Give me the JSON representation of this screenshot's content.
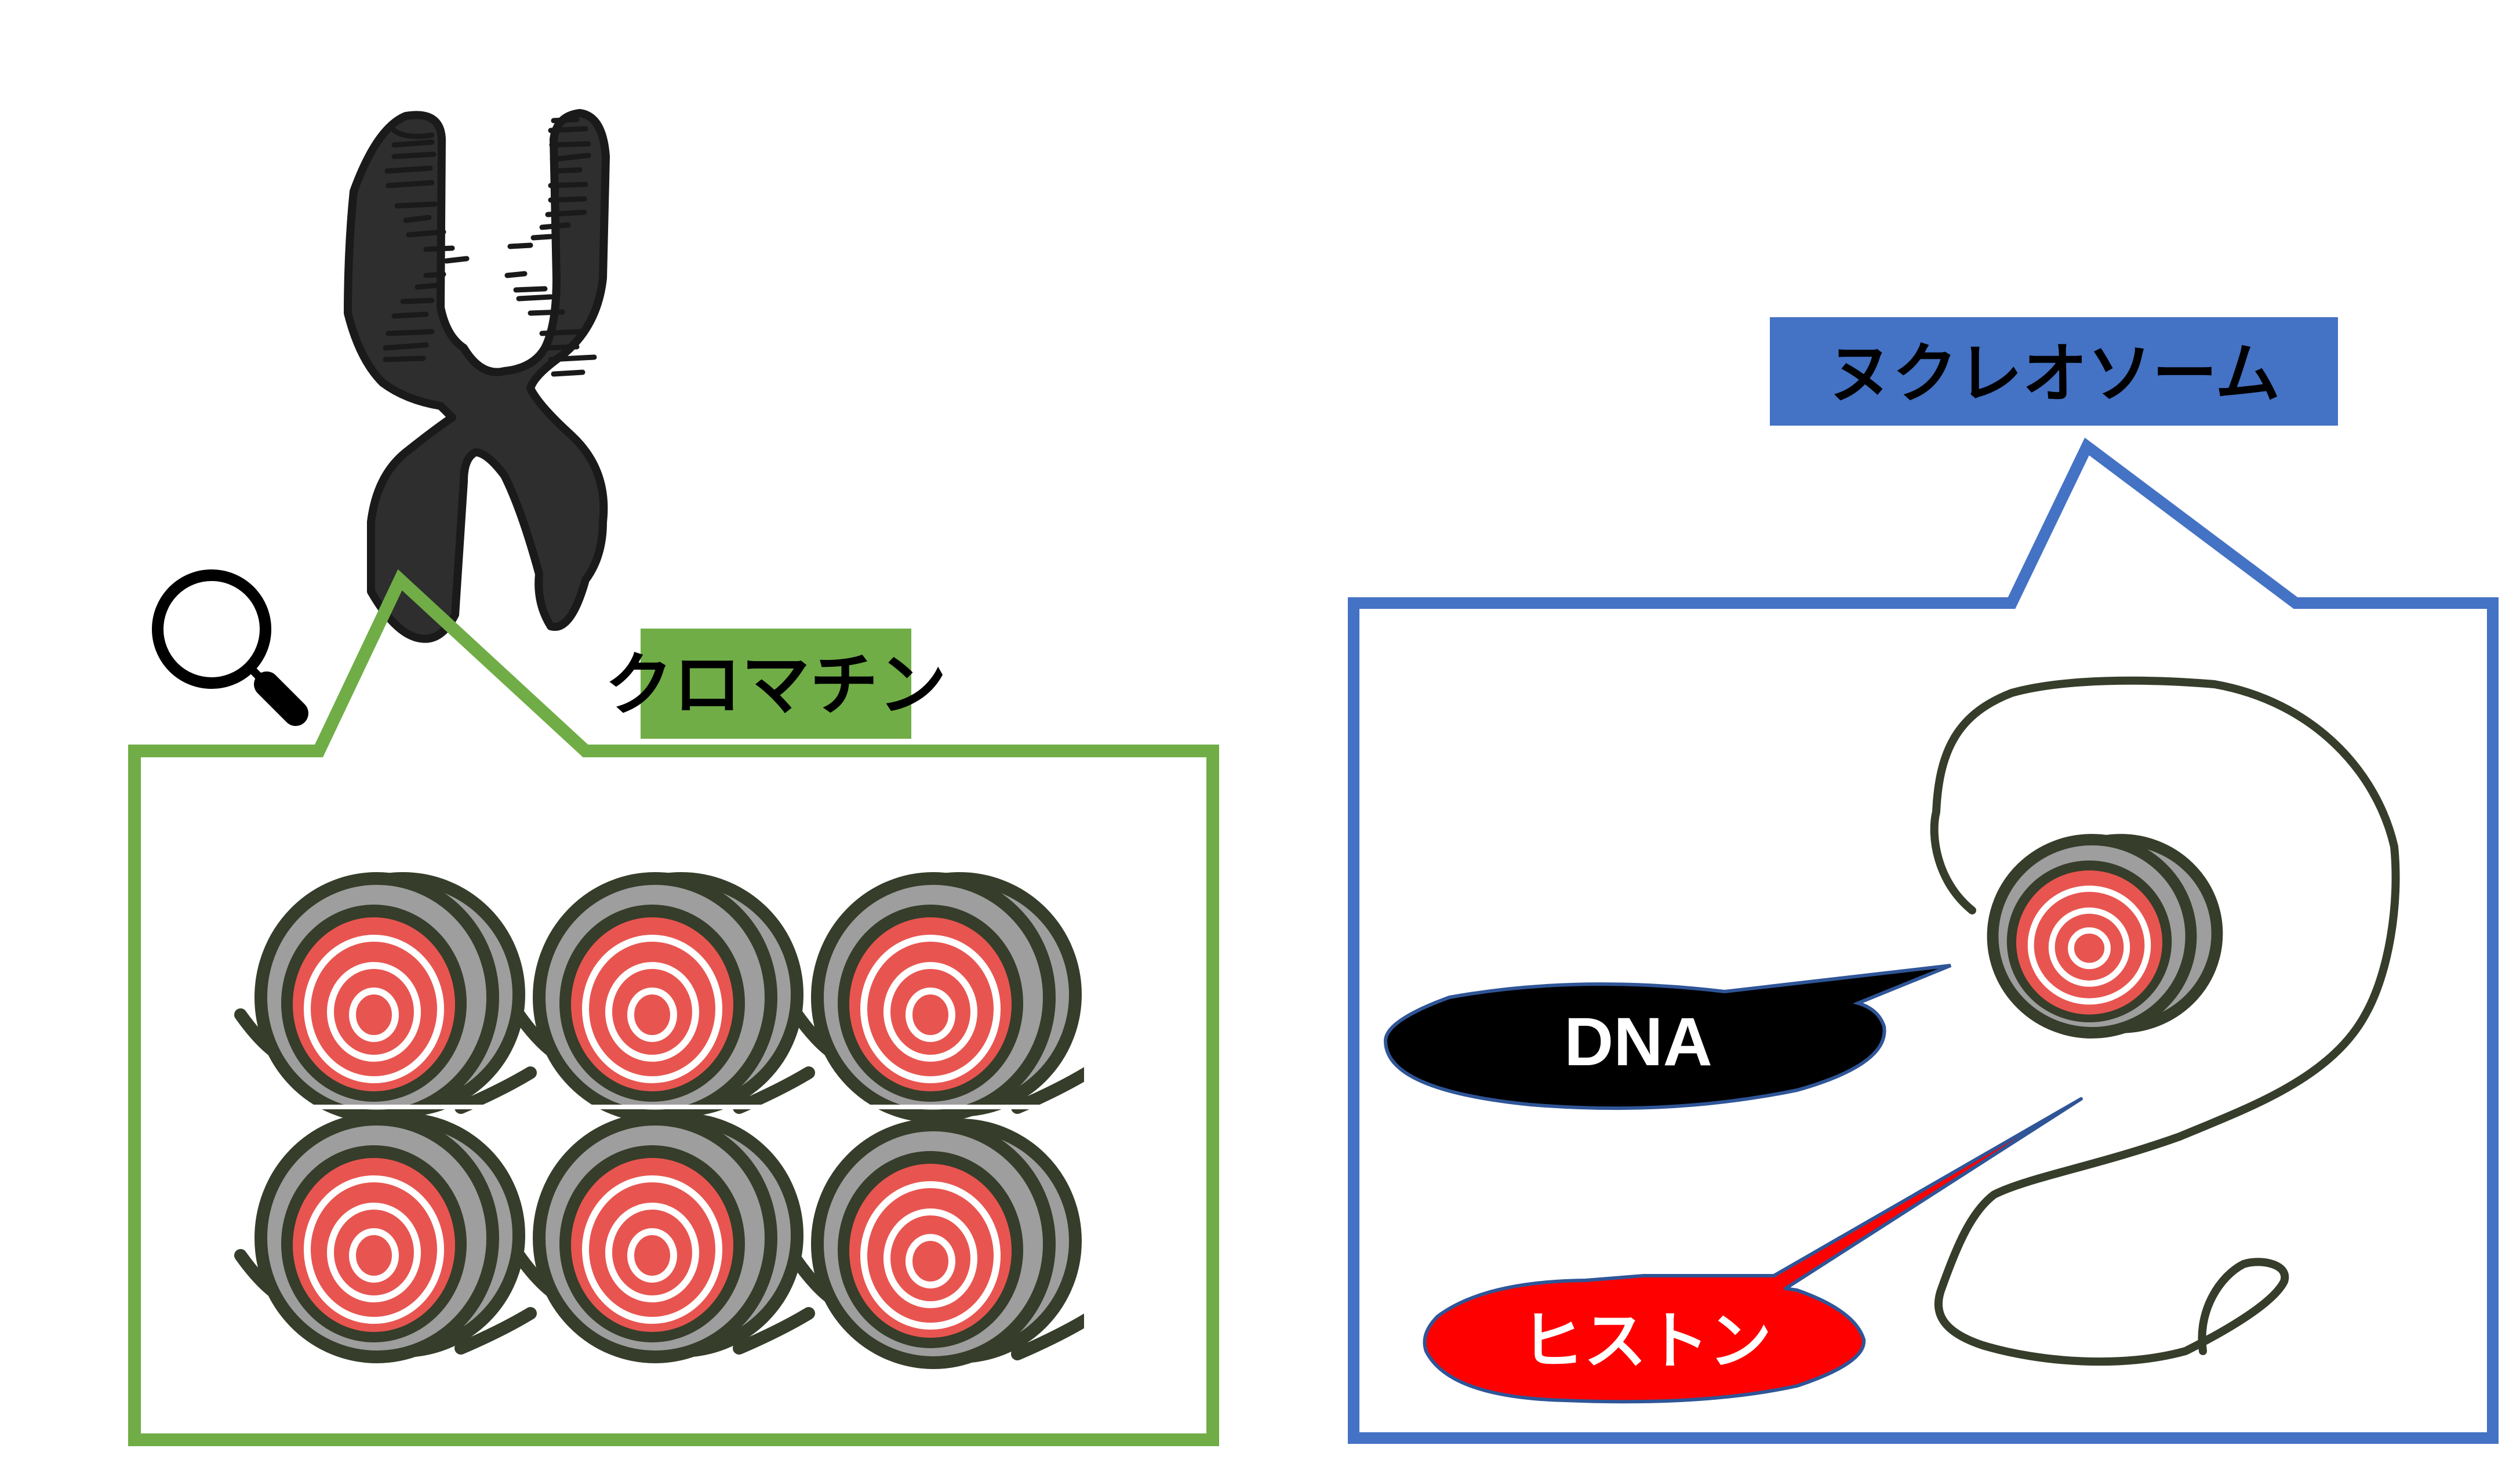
{
  "chromatin": {
    "label": "クロマチン",
    "label_bg": "#70ad47",
    "frame_color": "#70ad47",
    "nucleosome_rows": 2,
    "nucleosome_cols": 3
  },
  "nucleosome": {
    "label": "ヌクレオソーム",
    "label_bg": "#4472c4",
    "frame_color": "#4472c4"
  },
  "callouts": {
    "dna": {
      "label": "DNA",
      "fill": "#000000",
      "text_color": "#ffffff"
    },
    "histone": {
      "label": "ヒストン",
      "fill": "#ff0000",
      "text_color": "#ffffff"
    }
  },
  "colors": {
    "histone_core": "#e85550",
    "histone_shell": "#9e9e9e",
    "dna_strand": "#363d2a",
    "chromosome_fill": "#2e2e2e",
    "chromosome_outline": "#1a1a1a",
    "callout_outline": "#2f5597"
  },
  "icons": {
    "magnifier": "magnifier-icon",
    "chromosome": "chromosome-icon"
  }
}
